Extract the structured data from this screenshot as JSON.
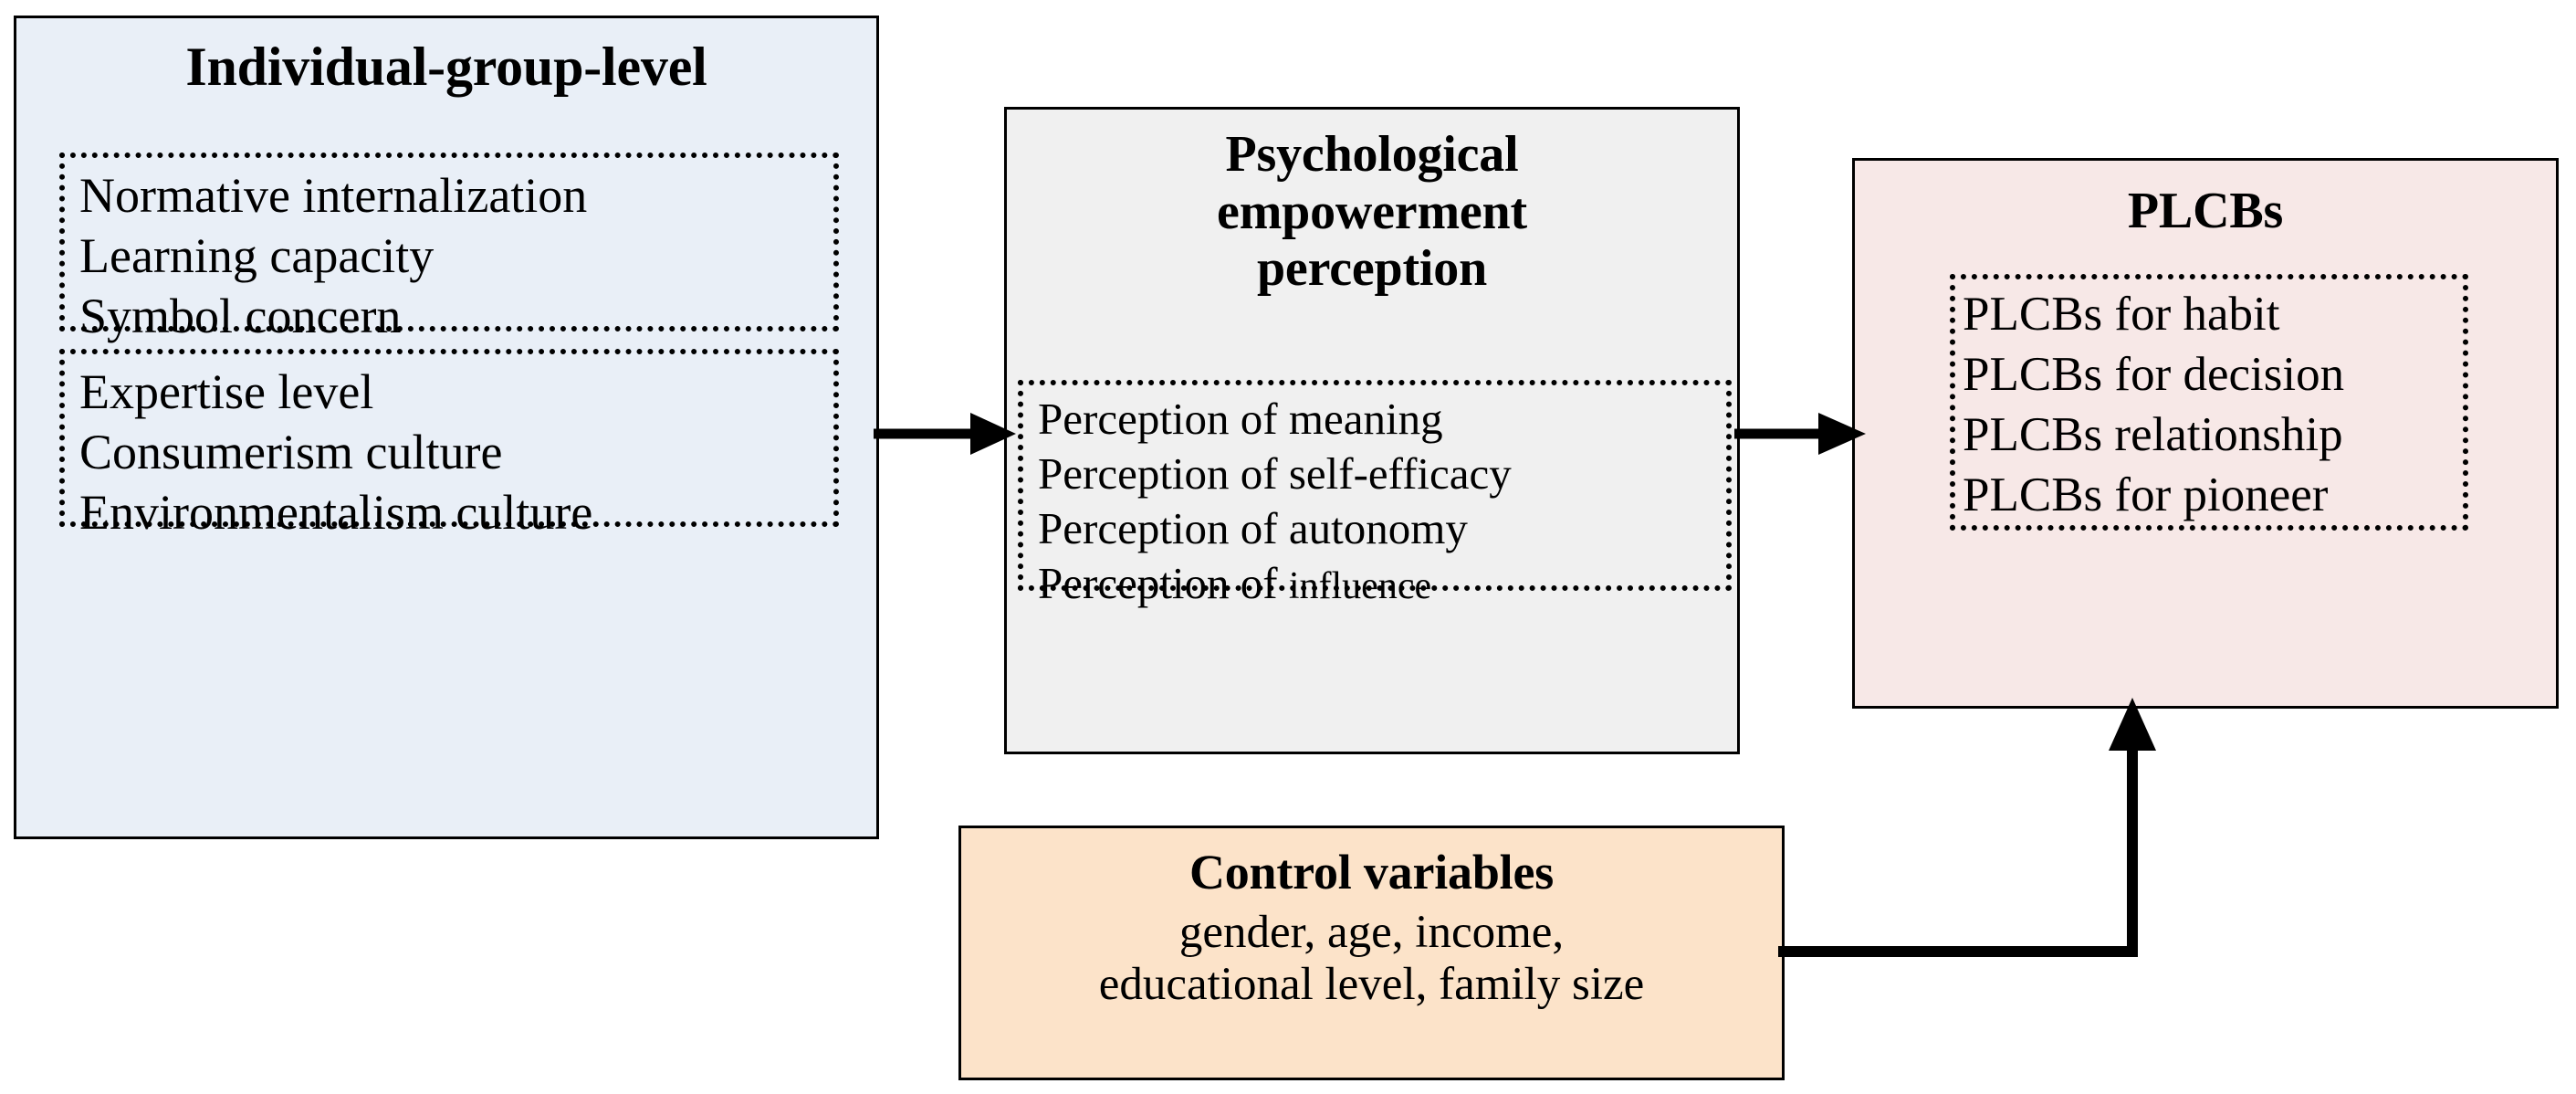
{
  "diagram": {
    "title": "PLCBs conceptual framework",
    "colors": {
      "left_panel_fill": "#e9eff7",
      "middle_panel_fill": "#f0f0f0",
      "right_panel_fill": "#f7e8e7",
      "control_panel_fill": "#fce3c9",
      "border": "#000000",
      "text": "#000000"
    }
  },
  "left_panel": {
    "title": "Individual-group-level",
    "group_1": [
      "Normative internalization",
      "Learning capacity",
      "Symbol concern"
    ],
    "group_2": [
      "Expertise level",
      "Consumerism culture",
      "Environmentalism culture"
    ]
  },
  "middle_panel": {
    "title_line_1": "Psychological",
    "title_line_2": "empowerment",
    "title_line_3": "perception",
    "items": [
      {
        "head": "Perception of meaning",
        "tail": ""
      },
      {
        "head": "Perception of self-efficacy",
        "tail": ""
      },
      {
        "head": "Perception of autonomy",
        "tail": ""
      },
      {
        "head": "Perception of ",
        "tail": "influence"
      }
    ]
  },
  "right_panel": {
    "title": "PLCBs",
    "items": [
      "PLCBs for habit",
      "PLCBs for decision",
      "PLCBs relationship",
      "PLCBs for pioneer"
    ]
  },
  "control_panel": {
    "title": "Control variables",
    "body_line_1": "gender, age, income,",
    "body_line_2": "educational level, family size"
  },
  "connectors": [
    {
      "name": "arrow-left-to-middle",
      "direction": "right"
    },
    {
      "name": "arrow-middle-to-right",
      "direction": "right"
    },
    {
      "name": "arrow-control-to-plcbs",
      "direction": "up"
    }
  ]
}
